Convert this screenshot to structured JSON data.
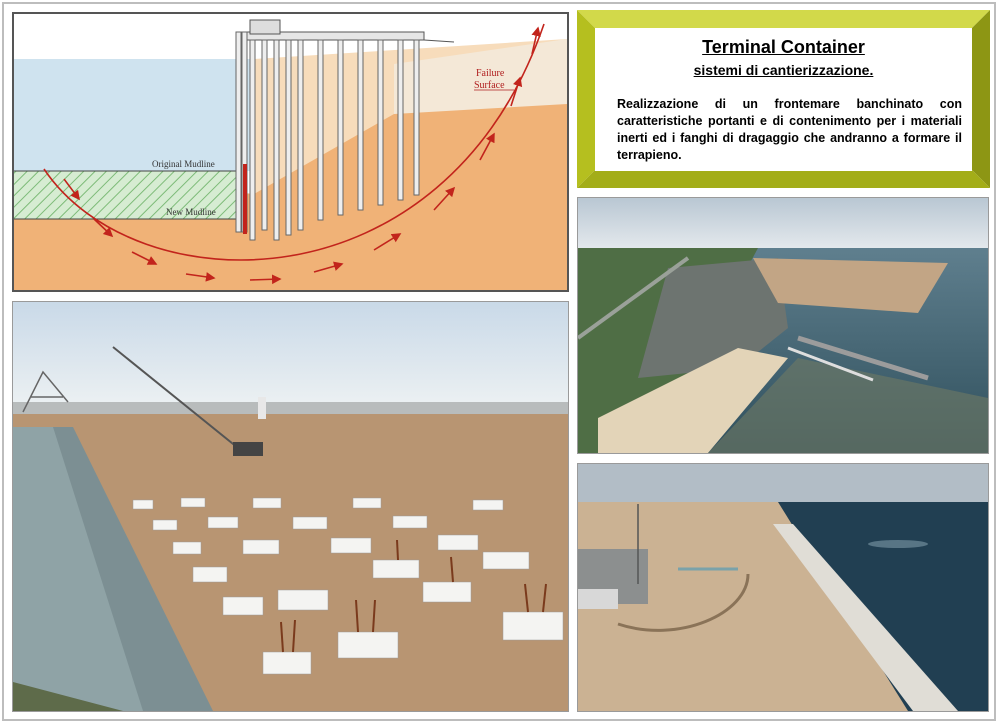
{
  "title_box": {
    "title": "Terminal Container",
    "subtitle": "sistemi di cantierizzazione.",
    "description": "Realizzazione di un frontemare banchinato con caratteristiche portanti e di contenimento per i materiali inerti ed i fanghi di dragaggio che andranno a formare il terrapieno."
  },
  "diagram": {
    "original_mudline": "Original Mudline",
    "new_mudline": "New Mudline",
    "failure_surface_line1": "Failure",
    "failure_surface_line2": "Surface"
  },
  "colors": {
    "title_frame": "#b5bf1f",
    "title_frame_light": "#d2d94a",
    "title_frame_dark": "#8d9614",
    "soil": "#f0b277",
    "water": "#cfe3ef",
    "failure_arrow": "#c2241c"
  }
}
